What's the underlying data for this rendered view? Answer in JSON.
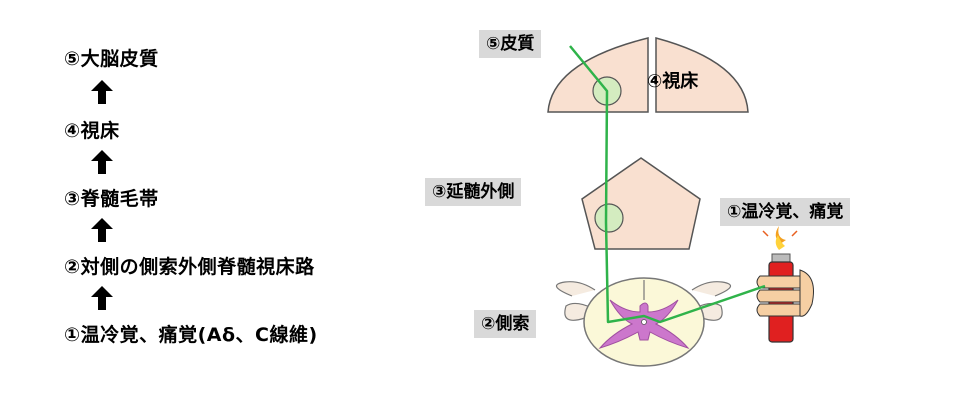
{
  "pathway": {
    "steps": [
      "⑤大脳皮質",
      "④視床",
      "③脊髄毛帯",
      "②対側の側索外側脊髄視床路",
      "①温冷覚、痛覚(Aδ、C線維)"
    ]
  },
  "diagram": {
    "labels": {
      "cortex": "⑤皮質",
      "thalamus": "④視床",
      "medulla": "③延髄外側",
      "lateral_column": "②側索",
      "stimulus": "①温冷覚、痛覚"
    }
  },
  "colors": {
    "pathway_line": "#2fb34a",
    "brain_fill": "#f9e0d0",
    "nucleus_fill": "#d4ecc0",
    "gray_matter": "#cc77cc",
    "spinal_outer": "#fbf8d8",
    "label_bg": "#d9d9d9",
    "lighter_body": "#e02020"
  }
}
